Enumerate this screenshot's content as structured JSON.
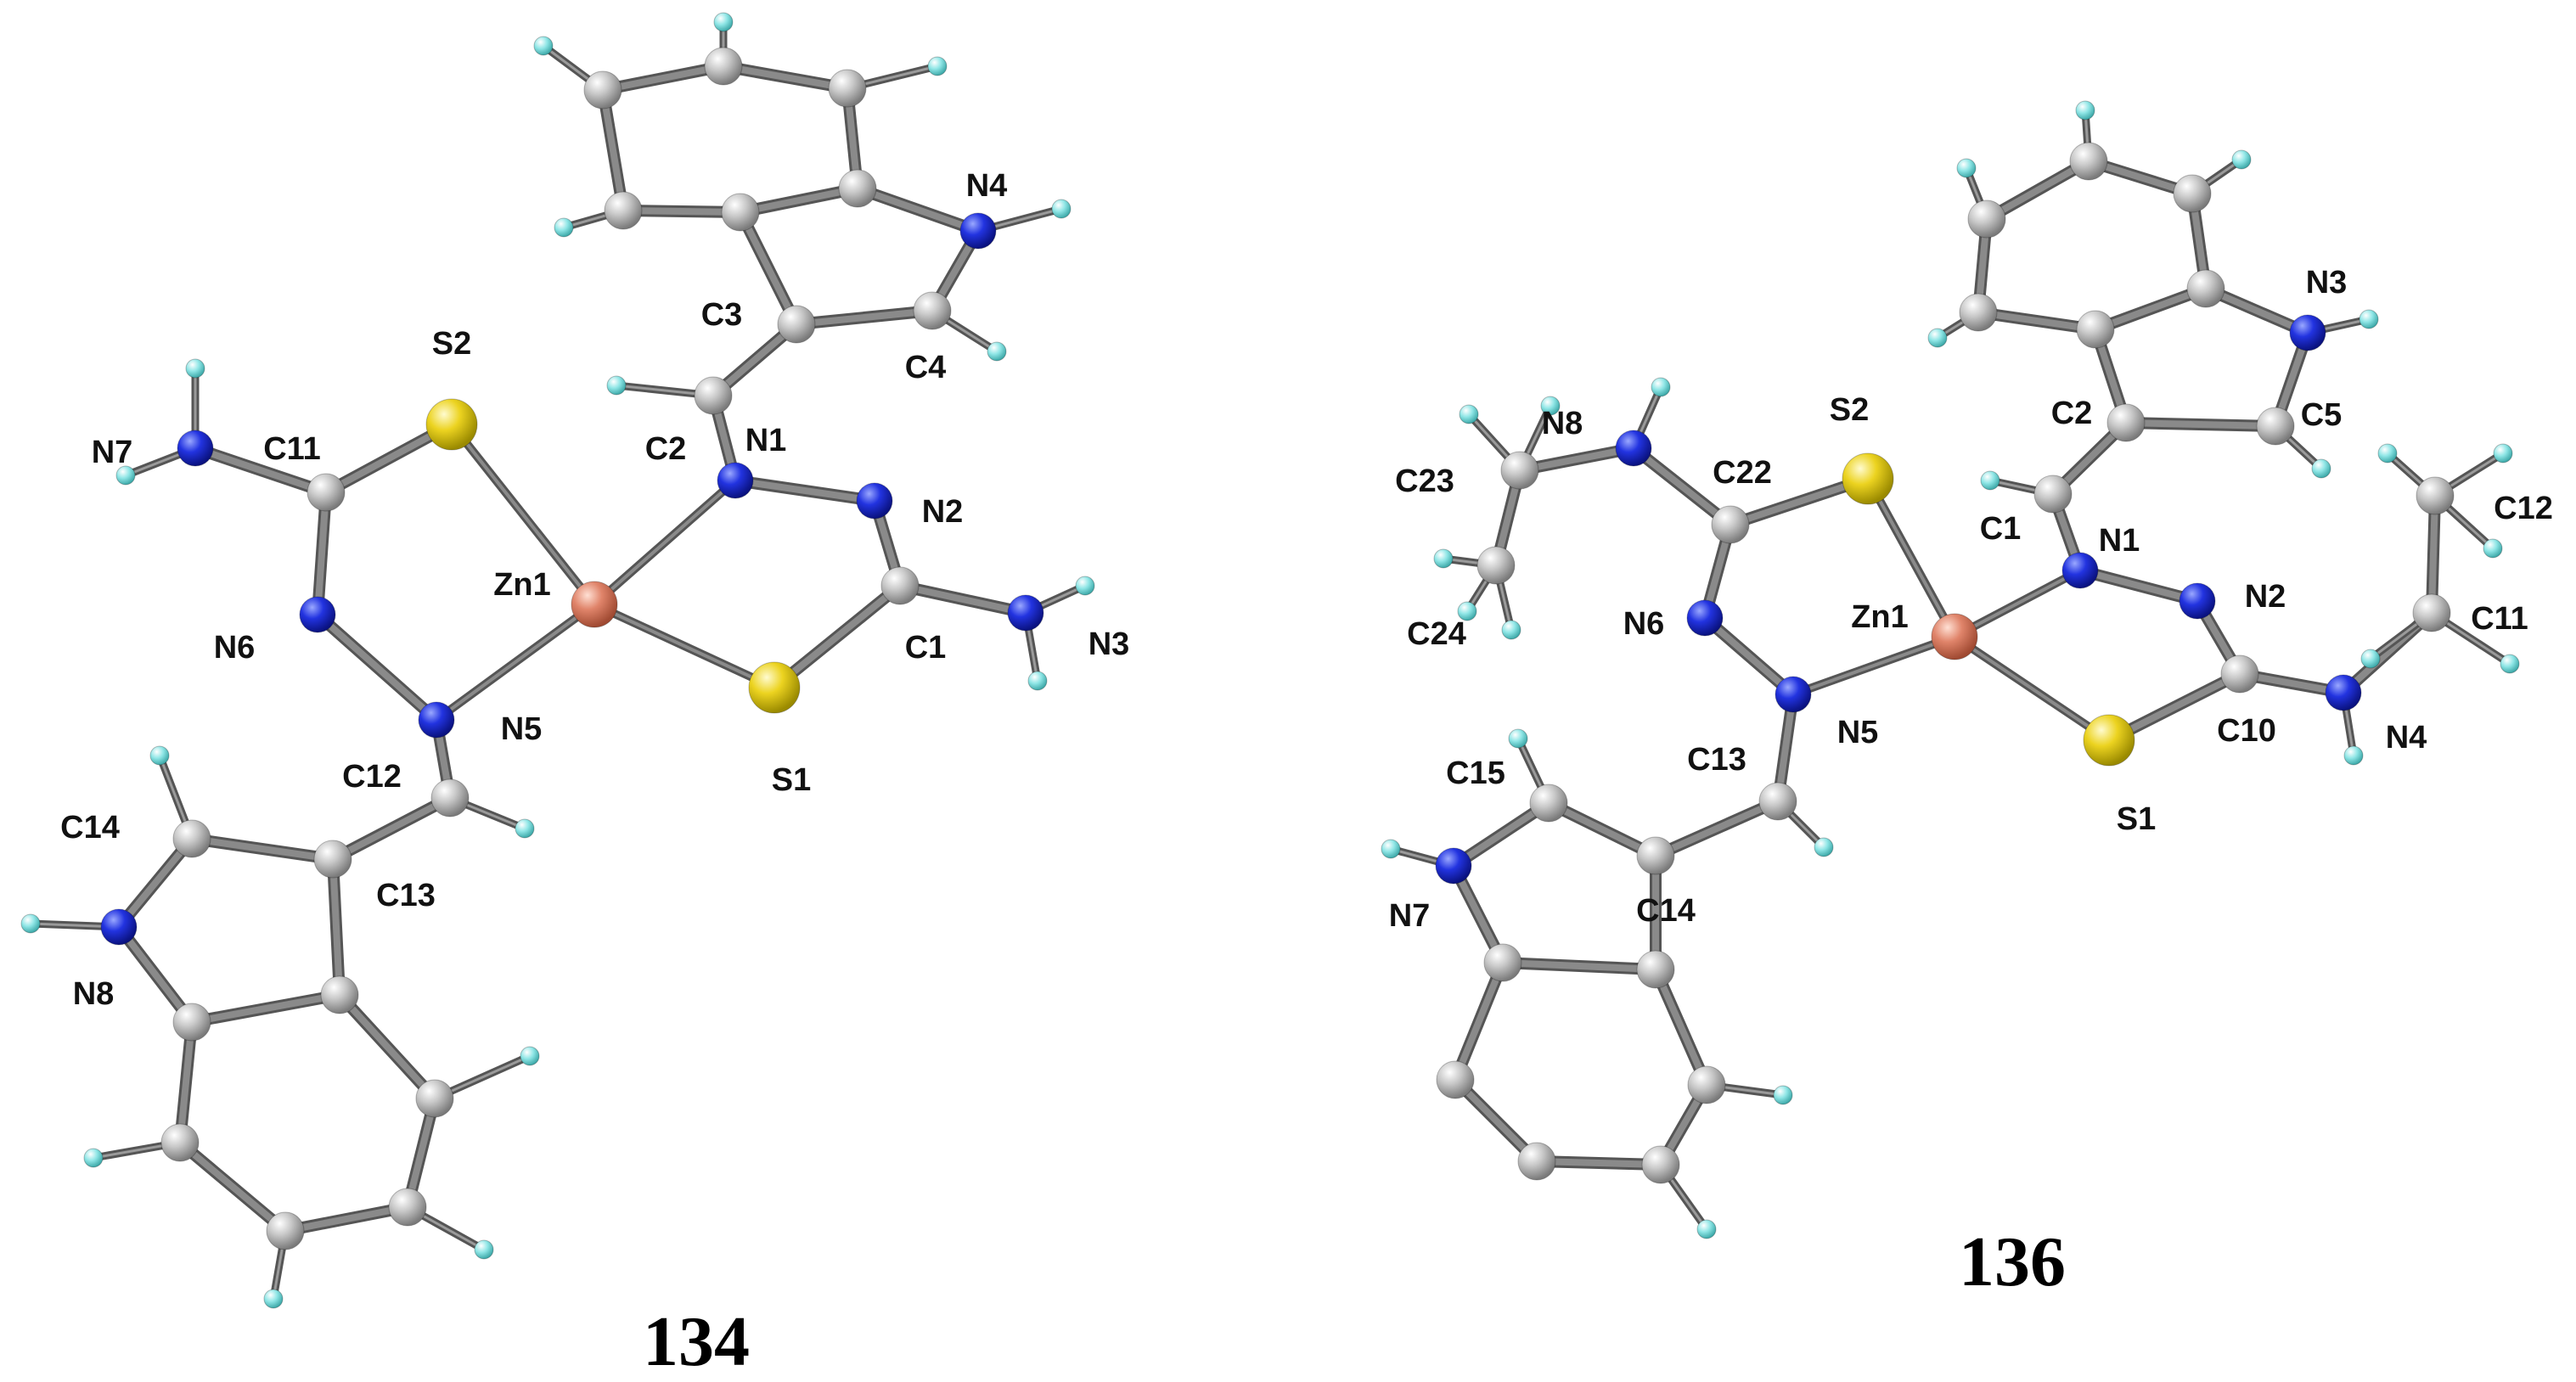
{
  "colors": {
    "carbon": "#b8b8b8",
    "nitrogen": "#1f2fd8",
    "sulfur": "#e8d21a",
    "zinc": "#e08a6c",
    "hydrogen": "#7fe0e0",
    "bond": "#6e6e6e",
    "background": "#ffffff"
  },
  "molecules": [
    {
      "id": "134",
      "caption": "134",
      "atoms": [
        {
          "id": "Zn1",
          "el": "Zn",
          "label": "Zn1"
        },
        {
          "id": "S1",
          "el": "S",
          "label": "S1"
        },
        {
          "id": "S2",
          "el": "S",
          "label": "S2"
        },
        {
          "id": "N1",
          "el": "N",
          "label": "N1"
        },
        {
          "id": "N2",
          "el": "N",
          "label": "N2"
        },
        {
          "id": "N3",
          "el": "N",
          "label": "N3"
        },
        {
          "id": "N4",
          "el": "N",
          "label": "N4"
        },
        {
          "id": "N5",
          "el": "N",
          "label": "N5"
        },
        {
          "id": "N6",
          "el": "N",
          "label": "N6"
        },
        {
          "id": "N7",
          "el": "N",
          "label": "N7"
        },
        {
          "id": "N8",
          "el": "N",
          "label": "N8"
        },
        {
          "id": "C1",
          "el": "C",
          "label": "C1"
        },
        {
          "id": "C2",
          "el": "C",
          "label": "C2"
        },
        {
          "id": "C3",
          "el": "C",
          "label": "C3"
        },
        {
          "id": "C4",
          "el": "C",
          "label": "C4"
        },
        {
          "id": "C11",
          "el": "C",
          "label": "C11"
        },
        {
          "id": "C12",
          "el": "C",
          "label": "C12"
        },
        {
          "id": "C13",
          "el": "C",
          "label": "C13"
        },
        {
          "id": "C14",
          "el": "C",
          "label": "C14"
        },
        {
          "id": "a1",
          "el": "C"
        },
        {
          "id": "a2",
          "el": "C"
        },
        {
          "id": "a3",
          "el": "C"
        },
        {
          "id": "a4",
          "el": "C"
        },
        {
          "id": "a5",
          "el": "C"
        },
        {
          "id": "a6",
          "el": "C"
        },
        {
          "id": "b1",
          "el": "C"
        },
        {
          "id": "b2",
          "el": "C"
        },
        {
          "id": "b3",
          "el": "C"
        },
        {
          "id": "b4",
          "el": "C"
        },
        {
          "id": "b5",
          "el": "C"
        },
        {
          "id": "b6",
          "el": "C"
        },
        {
          "id": "h1",
          "el": "H"
        },
        {
          "id": "h2",
          "el": "H"
        },
        {
          "id": "h3",
          "el": "H"
        },
        {
          "id": "h4",
          "el": "H"
        },
        {
          "id": "h5",
          "el": "H"
        },
        {
          "id": "h6",
          "el": "H"
        },
        {
          "id": "h7",
          "el": "H"
        },
        {
          "id": "h8",
          "el": "H"
        },
        {
          "id": "h9",
          "el": "H"
        },
        {
          "id": "h10",
          "el": "H"
        },
        {
          "id": "h11",
          "el": "H"
        },
        {
          "id": "h12",
          "el": "H"
        },
        {
          "id": "h13",
          "el": "H"
        },
        {
          "id": "h14",
          "el": "H"
        },
        {
          "id": "h15",
          "el": "H"
        },
        {
          "id": "h16",
          "el": "H"
        },
        {
          "id": "h17",
          "el": "H"
        },
        {
          "id": "h18",
          "el": "H"
        }
      ],
      "bonds": [
        [
          "Zn1",
          "S1"
        ],
        [
          "Zn1",
          "S2"
        ],
        [
          "Zn1",
          "N1"
        ],
        [
          "Zn1",
          "N5"
        ],
        [
          "N1",
          "N2"
        ],
        [
          "N2",
          "C1"
        ],
        [
          "C1",
          "S1"
        ],
        [
          "C1",
          "N3"
        ],
        [
          "N1",
          "C2"
        ],
        [
          "C2",
          "C3"
        ],
        [
          "C3",
          "C4"
        ],
        [
          "C4",
          "N4"
        ],
        [
          "N4",
          "a6"
        ],
        [
          "a6",
          "a1"
        ],
        [
          "a1",
          "C3"
        ],
        [
          "a1",
          "a2"
        ],
        [
          "a2",
          "a3"
        ],
        [
          "a3",
          "a4"
        ],
        [
          "a4",
          "a5"
        ],
        [
          "a5",
          "a6"
        ],
        [
          "S2",
          "C11"
        ],
        [
          "C11",
          "N7"
        ],
        [
          "C11",
          "N6"
        ],
        [
          "N6",
          "N5"
        ],
        [
          "N5",
          "C12"
        ],
        [
          "C12",
          "C13"
        ],
        [
          "C13",
          "C14"
        ],
        [
          "C14",
          "N8"
        ],
        [
          "N8",
          "b1"
        ],
        [
          "b1",
          "b2"
        ],
        [
          "b2",
          "C13"
        ],
        [
          "b2",
          "b3"
        ],
        [
          "b3",
          "b4"
        ],
        [
          "b4",
          "b5"
        ],
        [
          "b5",
          "b6"
        ],
        [
          "b6",
          "b1"
        ],
        [
          "N7",
          "h1"
        ],
        [
          "N7",
          "h2"
        ],
        [
          "N3",
          "h3"
        ],
        [
          "N3",
          "h4"
        ],
        [
          "N4",
          "h5"
        ],
        [
          "C4",
          "h6"
        ],
        [
          "C2",
          "h7"
        ],
        [
          "a2",
          "h8"
        ],
        [
          "a3",
          "h9"
        ],
        [
          "a4",
          "h10"
        ],
        [
          "a5",
          "h11"
        ],
        [
          "C12",
          "h12"
        ],
        [
          "C14",
          "h13"
        ],
        [
          "N8",
          "h14"
        ],
        [
          "b3",
          "h15"
        ],
        [
          "b4",
          "h16"
        ],
        [
          "b5",
          "h17"
        ],
        [
          "b6",
          "h18"
        ]
      ]
    },
    {
      "id": "136",
      "caption": "136",
      "atoms": [
        {
          "id": "Zn1",
          "el": "Zn",
          "label": "Zn1"
        },
        {
          "id": "S1",
          "el": "S",
          "label": "S1"
        },
        {
          "id": "S2",
          "el": "S",
          "label": "S2"
        },
        {
          "id": "N1",
          "el": "N",
          "label": "N1"
        },
        {
          "id": "N2",
          "el": "N",
          "label": "N2"
        },
        {
          "id": "N3",
          "el": "N",
          "label": "N3"
        },
        {
          "id": "N4",
          "el": "N",
          "label": "N4"
        },
        {
          "id": "N5",
          "el": "N",
          "label": "N5"
        },
        {
          "id": "N6",
          "el": "N",
          "label": "N6"
        },
        {
          "id": "N7",
          "el": "N",
          "label": "N7"
        },
        {
          "id": "N8",
          "el": "N",
          "label": "N8"
        },
        {
          "id": "C1",
          "el": "C",
          "label": "C1"
        },
        {
          "id": "C2",
          "el": "C",
          "label": "C2"
        },
        {
          "id": "C5",
          "el": "C",
          "label": "C5"
        },
        {
          "id": "C10",
          "el": "C",
          "label": "C10"
        },
        {
          "id": "C11",
          "el": "C",
          "label": "C11"
        },
        {
          "id": "C12",
          "el": "C",
          "label": "C12"
        },
        {
          "id": "C13",
          "el": "C",
          "label": "C13"
        },
        {
          "id": "C14",
          "el": "C",
          "label": "C14"
        },
        {
          "id": "C15",
          "el": "C",
          "label": "C15"
        },
        {
          "id": "C22",
          "el": "C",
          "label": "C22"
        },
        {
          "id": "C23",
          "el": "C",
          "label": "C23"
        },
        {
          "id": "C24",
          "el": "C",
          "label": "C24"
        },
        {
          "id": "c1",
          "el": "C"
        },
        {
          "id": "c2",
          "el": "C"
        },
        {
          "id": "c3",
          "el": "C"
        },
        {
          "id": "c4",
          "el": "C"
        },
        {
          "id": "c5",
          "el": "C"
        },
        {
          "id": "c6",
          "el": "C"
        },
        {
          "id": "d1",
          "el": "C"
        },
        {
          "id": "d2",
          "el": "C"
        },
        {
          "id": "d3",
          "el": "C"
        },
        {
          "id": "d4",
          "el": "C"
        },
        {
          "id": "d5",
          "el": "C"
        },
        {
          "id": "d6",
          "el": "C"
        },
        {
          "id": "k1",
          "el": "H"
        },
        {
          "id": "k2",
          "el": "H"
        },
        {
          "id": "k3",
          "el": "H"
        },
        {
          "id": "k4",
          "el": "H"
        },
        {
          "id": "k5",
          "el": "H"
        },
        {
          "id": "k6",
          "el": "H"
        },
        {
          "id": "k7",
          "el": "H"
        },
        {
          "id": "k8",
          "el": "H"
        },
        {
          "id": "k9",
          "el": "H"
        },
        {
          "id": "k10",
          "el": "H"
        },
        {
          "id": "k11",
          "el": "H"
        },
        {
          "id": "k12",
          "el": "H"
        },
        {
          "id": "k13",
          "el": "H"
        },
        {
          "id": "k14",
          "el": "H"
        },
        {
          "id": "k15",
          "el": "H"
        },
        {
          "id": "k16",
          "el": "H"
        },
        {
          "id": "k17",
          "el": "H"
        },
        {
          "id": "k18",
          "el": "H"
        },
        {
          "id": "k19",
          "el": "H"
        },
        {
          "id": "k20",
          "el": "H"
        },
        {
          "id": "k21",
          "el": "H"
        },
        {
          "id": "k22",
          "el": "H"
        },
        {
          "id": "k23",
          "el": "H"
        },
        {
          "id": "k24",
          "el": "H"
        }
      ],
      "bonds": [
        [
          "Zn1",
          "S1"
        ],
        [
          "Zn1",
          "S2"
        ],
        [
          "Zn1",
          "N1"
        ],
        [
          "Zn1",
          "N5"
        ],
        [
          "N1",
          "N2"
        ],
        [
          "N2",
          "C10"
        ],
        [
          "C10",
          "S1"
        ],
        [
          "C10",
          "N4"
        ],
        [
          "N4",
          "C11"
        ],
        [
          "C11",
          "C12"
        ],
        [
          "N1",
          "C1"
        ],
        [
          "C1",
          "C2"
        ],
        [
          "C2",
          "C5"
        ],
        [
          "C5",
          "N3"
        ],
        [
          "N3",
          "c6"
        ],
        [
          "c6",
          "c1"
        ],
        [
          "c1",
          "C2"
        ],
        [
          "c1",
          "c2"
        ],
        [
          "c2",
          "c3"
        ],
        [
          "c3",
          "c4"
        ],
        [
          "c4",
          "c5"
        ],
        [
          "c5",
          "c6"
        ],
        [
          "S2",
          "C22"
        ],
        [
          "C22",
          "N8"
        ],
        [
          "N8",
          "C23"
        ],
        [
          "C23",
          "C24"
        ],
        [
          "C22",
          "N6"
        ],
        [
          "N6",
          "N5"
        ],
        [
          "N5",
          "C13"
        ],
        [
          "C13",
          "C14"
        ],
        [
          "C14",
          "C15"
        ],
        [
          "C15",
          "N7"
        ],
        [
          "N7",
          "d1"
        ],
        [
          "d1",
          "d2"
        ],
        [
          "d2",
          "C14"
        ],
        [
          "d2",
          "d3"
        ],
        [
          "d3",
          "d4"
        ],
        [
          "d4",
          "d5"
        ],
        [
          "d5",
          "d6"
        ],
        [
          "d6",
          "d1"
        ],
        [
          "C12",
          "k1"
        ],
        [
          "C12",
          "k2"
        ],
        [
          "C12",
          "k3"
        ],
        [
          "C11",
          "k4"
        ],
        [
          "C11",
          "k5"
        ],
        [
          "N4",
          "k6"
        ],
        [
          "N3",
          "k7"
        ],
        [
          "C5",
          "k8"
        ],
        [
          "C1",
          "k9"
        ],
        [
          "c2",
          "k10"
        ],
        [
          "c3",
          "k11"
        ],
        [
          "c4",
          "k12"
        ],
        [
          "c5",
          "k13"
        ],
        [
          "N8",
          "k14"
        ],
        [
          "C23",
          "k15"
        ],
        [
          "C23",
          "k16"
        ],
        [
          "C24",
          "k17"
        ],
        [
          "C24",
          "k18"
        ],
        [
          "C24",
          "k19"
        ],
        [
          "C13",
          "k20"
        ],
        [
          "C15",
          "k21"
        ],
        [
          "N7",
          "k22"
        ],
        [
          "d3",
          "k23"
        ],
        [
          "d4",
          "k24"
        ]
      ]
    }
  ]
}
